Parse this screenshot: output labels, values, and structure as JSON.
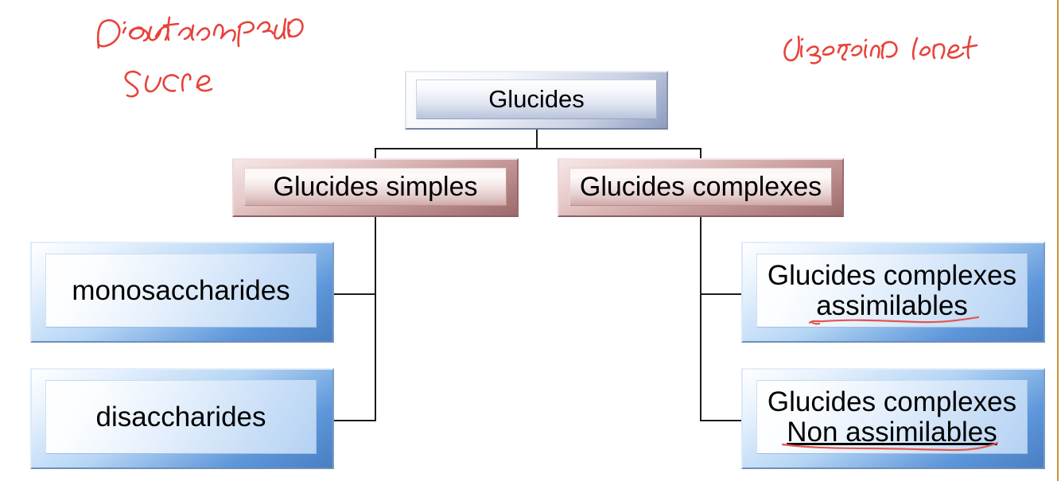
{
  "diagram": {
    "type": "hierarchy-tree",
    "title": "Glucides",
    "accent_colors": {
      "root_box": "#b9c3dc",
      "level2_box": "#e2c8c8",
      "leaf_box": "#b4d2f3",
      "connector": "#1b1b1b",
      "annotation_ink": "#e8423a",
      "page_rule": "#c8923c"
    },
    "nodes": {
      "root": {
        "label": "Glucides"
      },
      "level2_left": {
        "label": "Glucides simples"
      },
      "level2_right": {
        "label": "Glucides complexes"
      },
      "leaf_1": {
        "label": "monosaccharides"
      },
      "leaf_2": {
        "label": "disaccharides"
      },
      "leaf_3": {
        "line1": "Glucides complexes",
        "line2": "assimilables"
      },
      "leaf_4": {
        "line1": "Glucides complexes",
        "line2": "Non assimilables"
      }
    },
    "annotations": {
      "top_left_line1": "Digestion rapide",
      "top_left_line2": "sucre",
      "top_right": "digestion lente",
      "underline_assimilables": "assimilables",
      "underline_non_assimilables": "Non assimilables"
    }
  }
}
